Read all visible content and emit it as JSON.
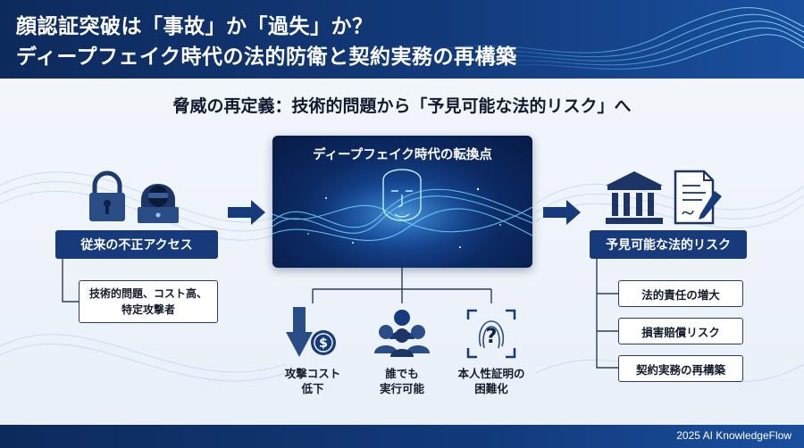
{
  "header": {
    "title_line1": "顔認証突破は「事故」か「過失」か？",
    "title_line2": "ディープフェイク時代の法的防衛と契約実務の再構築"
  },
  "subtitle": "脅威の再定義：技術的問題から「予見可能な法的リスク」へ",
  "left": {
    "icons": [
      "padlock-icon",
      "hacker-icon"
    ],
    "label": "従来の不正アクセス",
    "detail_line1": "技術的問題、コスト高、",
    "detail_line2": "特定攻撃者"
  },
  "center": {
    "title": "ディープフェイク時代の転換点",
    "icons": [
      "digital-face-icon"
    ],
    "factors": [
      {
        "icon": "cost-down-icon",
        "line1": "攻撃コスト",
        "line2": "低下"
      },
      {
        "icon": "people-group-icon",
        "line1": "誰でも",
        "line2": "実行可能"
      },
      {
        "icon": "fingerprint-question-icon",
        "line1": "本人性証明の",
        "line2": "困難化"
      }
    ]
  },
  "right": {
    "icons": [
      "courthouse-icon",
      "contract-icon"
    ],
    "label": "予見可能な法的リスク",
    "items": [
      "法的責任の増大",
      "損害賠償リスク",
      "契約実務の再構築"
    ]
  },
  "footer": {
    "credit": "2025 AI KnowledgeFlow"
  },
  "colors": {
    "header_bg": "#0d2a5c",
    "label_bg": "#163a7a",
    "accent_blue": "#2a7de1",
    "glow_cyan": "#6fd3ff"
  }
}
